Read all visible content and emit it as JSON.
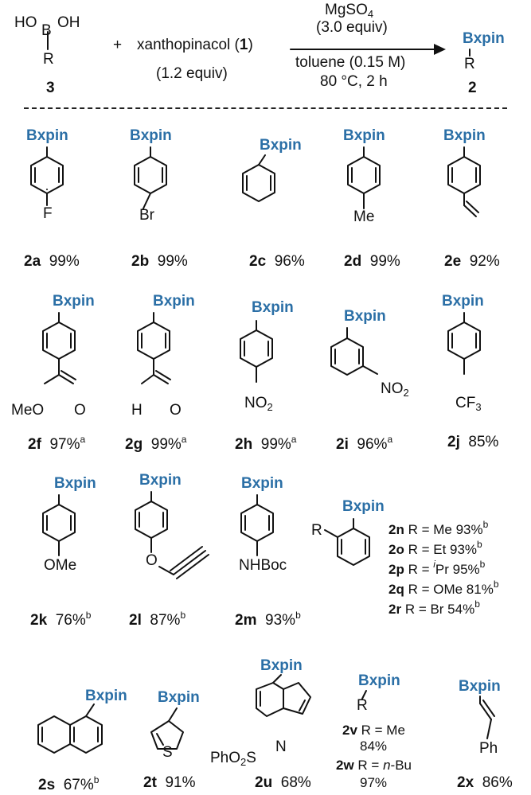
{
  "scheme": {
    "reagent_3": {
      "ho_left": "HO",
      "boron": "B",
      "oh_right": "OH",
      "r": "R",
      "label": "3"
    },
    "plus": "+",
    "xanthopinacol": "xanthopinacol (",
    "xanthopinacol_num": "1",
    "xanthopinacol_close": ")",
    "xanthopinacol_equiv": "(1.2 equiv)",
    "mgso4": "MgSO",
    "mgso4_sub": "4",
    "mgso4_equiv": "(3.0 equiv)",
    "solvent": "toluene (0.15 M)",
    "conditions": "80 °C, 2 h",
    "product": {
      "bxpin": "Bxpin",
      "r": "R",
      "label": "2"
    }
  },
  "bxpin": "Bxpin",
  "compounds": {
    "2a": {
      "id": "2a",
      "yield": "99%",
      "sub": "F"
    },
    "2b": {
      "id": "2b",
      "yield": "99%",
      "sub": "Br"
    },
    "2c": {
      "id": "2c",
      "yield": "96%"
    },
    "2d": {
      "id": "2d",
      "yield": "99%",
      "sub": "Me"
    },
    "2e": {
      "id": "2e",
      "yield": "92%"
    },
    "2f": {
      "id": "2f",
      "yield": "97%",
      "note": "a",
      "sub_meo": "MeO",
      "sub_o": "O"
    },
    "2g": {
      "id": "2g",
      "yield": "99%",
      "note": "a",
      "sub_h": "H",
      "sub_o": "O"
    },
    "2h": {
      "id": "2h",
      "yield": "99%",
      "note": "a",
      "sub": "NO",
      "sub_idx": "2"
    },
    "2i": {
      "id": "2i",
      "yield": "96%",
      "note": "a",
      "sub": "NO",
      "sub_idx": "2"
    },
    "2j": {
      "id": "2j",
      "yield": "85%",
      "sub": "CF",
      "sub_idx": "3"
    },
    "2k": {
      "id": "2k",
      "yield": "76%",
      "note": "b",
      "sub": "OMe"
    },
    "2l": {
      "id": "2l",
      "yield": "87%",
      "note": "b",
      "sub": "O"
    },
    "2m": {
      "id": "2m",
      "yield": "93%",
      "note": "b",
      "sub": "NHBoc"
    },
    "ortho": {
      "r": "R",
      "rows": [
        {
          "id": "2n",
          "text": "R = Me 93%",
          "note": "b"
        },
        {
          "id": "2o",
          "text": "R = Et 93%",
          "note": "b"
        },
        {
          "id": "2p",
          "pre": "R = ",
          "iso": "i",
          "text": "Pr 95%",
          "note": "b"
        },
        {
          "id": "2q",
          "text": "R = OMe 81%",
          "note": "b"
        },
        {
          "id": "2r",
          "text": "R = Br 54%",
          "note": "b"
        }
      ]
    },
    "2s": {
      "id": "2s",
      "yield": "67%",
      "note": "b"
    },
    "2t": {
      "id": "2t",
      "yield": "91%",
      "sub": "S"
    },
    "2u": {
      "id": "2u",
      "yield": "68%",
      "sub_pre": "PhO",
      "sub_idx": "2",
      "sub_post": "S",
      "sub_n": "N"
    },
    "alkyl": {
      "r": "R",
      "v": {
        "id": "2v",
        "text": "R = Me",
        "yield": "84%"
      },
      "w": {
        "id": "2w",
        "pre": "R = ",
        "italic": "n",
        "text": "-Bu",
        "yield": "97%"
      }
    },
    "2x": {
      "id": "2x",
      "yield": "86%",
      "sub": "Ph"
    }
  }
}
